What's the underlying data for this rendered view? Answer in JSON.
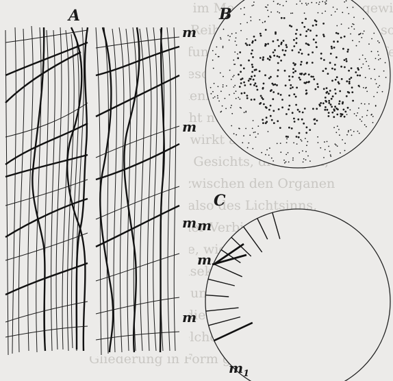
{
  "figure": {
    "panel_a": {
      "label": "A",
      "marks": [
        "m",
        "m",
        "m",
        "m"
      ]
    },
    "panel_b": {
      "label": "B"
    },
    "panel_c": {
      "label": "C",
      "marks": [
        "m",
        "m"
      ],
      "bottom_mark": "m",
      "bottom_mark_sub": "1"
    }
  },
  "background_text": [
    "in Wasser, z. B. im Meere, schon in einer gewissen",
    "Tiefe mit einer Reihe von Lichtempfindung, sondern",
    "auch die Abstufung des Lichtes nach der Tiefe, und",
    "ist für die Sinnesorgane von Bedeutung.",
    "Tiere, die wir kennen, haben Sinnesorgane",
    "in der Haut nicht nur die Empfindung",
    "Das Licht aber wirkt auf die Zellen",
    "die Organe des Gesichts, die Augen,",
    "Ähnlichkeiten zwischen den Organen",
    "der Sehzellen, also des Lichtsinns,",
    "in diese Tiere der Verbindung mit",
    "der Gliedertiere, wie Krebsen und",
    "Spinnen und Insekten",
    "der Weichtiere und der",
    "Lichtstrahlen, die von den Flächen",
    "einer Linse, welche die Strahlen sammelt",
    "Gliederung in Form gleicher Flächen"
  ],
  "colors": {
    "ink": "#111111",
    "paper": "#ecebe9",
    "ghost": "#c9c7c3"
  }
}
